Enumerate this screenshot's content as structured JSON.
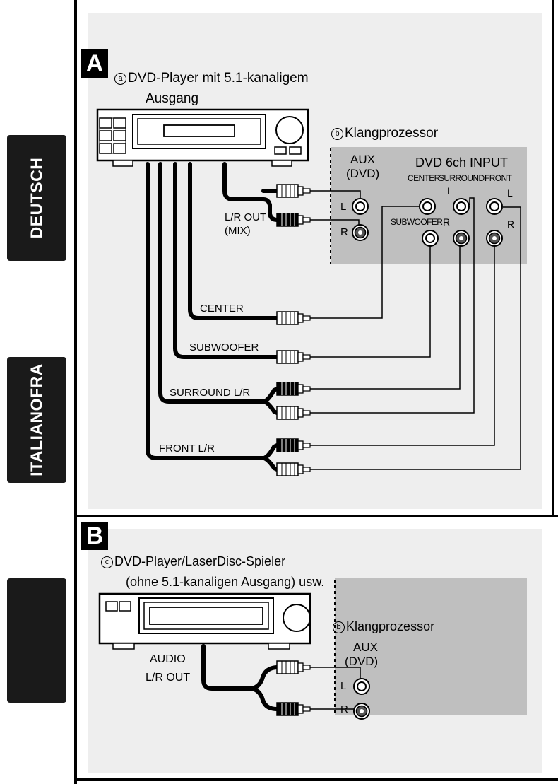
{
  "side_tabs": [
    {
      "name": "tab-deutsch",
      "text": "DEUTSCH"
    },
    {
      "name": "tab-italiano-fr",
      "text": "ITALIANOFRA"
    },
    {
      "name": "tab-blank",
      "text": ""
    }
  ],
  "section_a": {
    "letter": "A",
    "player_marker": "a",
    "player_label_line1": "DVD-Player mit 5.1-kanaligem",
    "player_label_line2": "Ausgang",
    "processor_marker": "b",
    "processor_label": "Klangprozessor",
    "aux_label_line1": "AUX",
    "aux_label_line2": "(DVD)",
    "dvd6ch_label": "DVD 6ch INPUT",
    "col_center": "CENTER",
    "col_surround": "SURROUND",
    "col_front": "FRONT",
    "jack_l": "L",
    "jack_r": "R",
    "subwoofer_jack": "SUBWOOFER",
    "lr_out_line1": "L/R OUT",
    "lr_out_line2": "(MIX)",
    "cable_center": "CENTER",
    "cable_subwoofer": "SUBWOOFER",
    "cable_surround": "SURROUND L/R",
    "cable_front": "FRONT L/R"
  },
  "section_b": {
    "letter": "B",
    "player_marker": "c",
    "player_label_line1": "DVD-Player/LaserDisc-Spieler",
    "player_label_line2": "(ohne 5.1-kanaligen Ausgang) usw.",
    "processor_marker": "b",
    "processor_label": "Klangprozessor",
    "aux_label_line1": "AUX",
    "aux_label_line2": "(DVD)",
    "jack_l": "L",
    "jack_r": "R",
    "audio_label_line1": "AUDIO",
    "audio_label_line2": "L/R OUT"
  },
  "colors": {
    "panel_bg": "#eeeeee",
    "processor_bg": "#bfbfbf",
    "ink": "#000000",
    "tab_bg": "#1a1a1a"
  }
}
